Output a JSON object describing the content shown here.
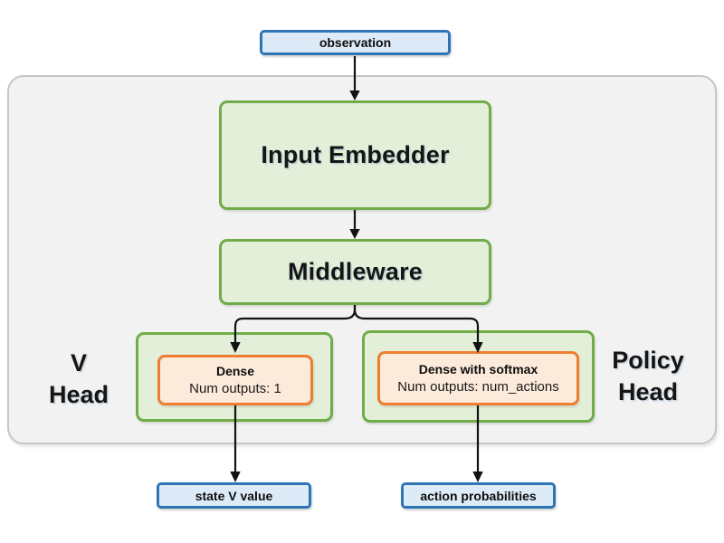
{
  "diagram": {
    "observation_label": "observation",
    "input_embedder_label": "Input Embedder",
    "middleware_label": "Middleware",
    "v_head": {
      "label_line1": "V",
      "label_line2": "Head",
      "dense_title": "Dense",
      "dense_subtitle": "Num outputs: 1"
    },
    "policy_head": {
      "label_line1": "Policy",
      "label_line2": "Head",
      "dense_title": "Dense with softmax",
      "dense_subtitle": "Num outputs: num_actions"
    },
    "outputs": {
      "state_v_value": "state V value",
      "action_probabilities": "action probabilities"
    },
    "colors": {
      "blue_fill": "#dcebf7",
      "blue_border": "#2e75b6",
      "green_fill": "#e3efd9",
      "green_border": "#70ad47",
      "orange_fill": "#fceadb",
      "orange_border": "#ed7d31",
      "panel_fill": "#f2f2f2",
      "panel_border": "#c6c6c6",
      "arrow": "#121212"
    }
  }
}
